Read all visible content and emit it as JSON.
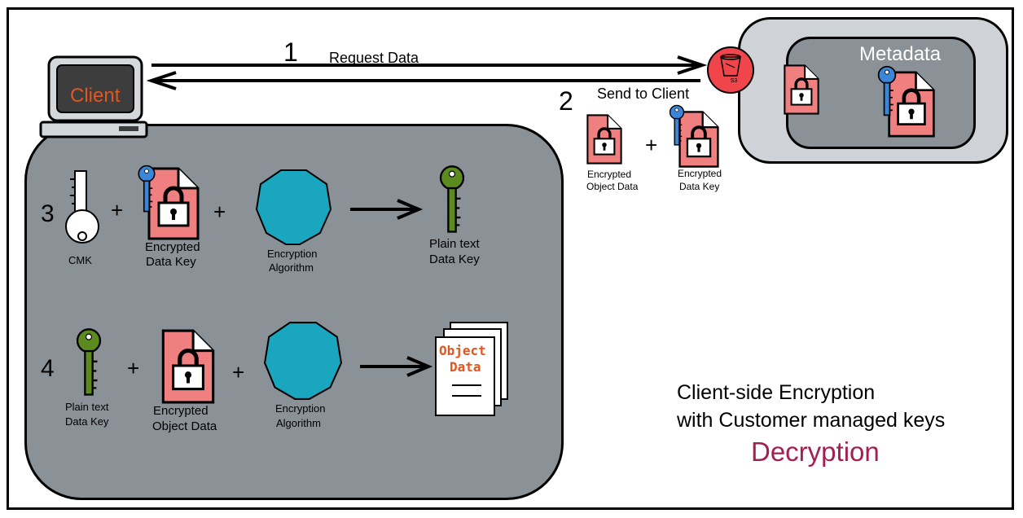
{
  "client": {
    "label": "Client"
  },
  "steps": {
    "step1": {
      "number": "1",
      "label": "Request Data"
    },
    "step2": {
      "number": "2",
      "label": "Send to Client"
    },
    "step3": {
      "number": "3"
    },
    "step4": {
      "number": "4"
    }
  },
  "s3": {
    "bucket_label": "S3",
    "metadata_label": "Metadata"
  },
  "sent_items": {
    "object_data_label_1": "Encrypted",
    "object_data_label_2": "Object Data",
    "data_key_label_1": "Encrypted",
    "data_key_label_2": "Data Key",
    "plus": "+"
  },
  "row3": {
    "cmk_label": "CMK",
    "plus1": "+",
    "enc_key_label_1": "Encrypted",
    "enc_key_label_2": "Data Key",
    "plus2": "+",
    "algo_label_1": "Encryption",
    "algo_label_2": "Algorithm",
    "result_label_1": "Plain text",
    "result_label_2": "Data Key"
  },
  "row4": {
    "plain_key_label_1": "Plain text",
    "plain_key_label_2": "Data Key",
    "plus1": "+",
    "enc_obj_label_1": "Encrypted",
    "enc_obj_label_2": "Object Data",
    "plus2": "+",
    "algo_label_1": "Encryption",
    "algo_label_2": "Algorithm",
    "doc_line_1": "Object",
    "doc_line_2": "Data"
  },
  "caption": {
    "line1": "Client-side Encryption",
    "line2": "with Customer managed keys",
    "subtitle": "Decryption"
  },
  "colors": {
    "panel_gray": "#8a9197",
    "s3_outer": "#cfd2d6",
    "s3_inner": "#8a9197",
    "file_pink": "#f08080",
    "key_blue": "#3a86d8",
    "key_green": "#5d8a1e",
    "octagon_teal": "#19a6be",
    "bucket_red": "#f0454a",
    "client_text": "#e2561f",
    "decryption_text": "#a51f4f"
  }
}
